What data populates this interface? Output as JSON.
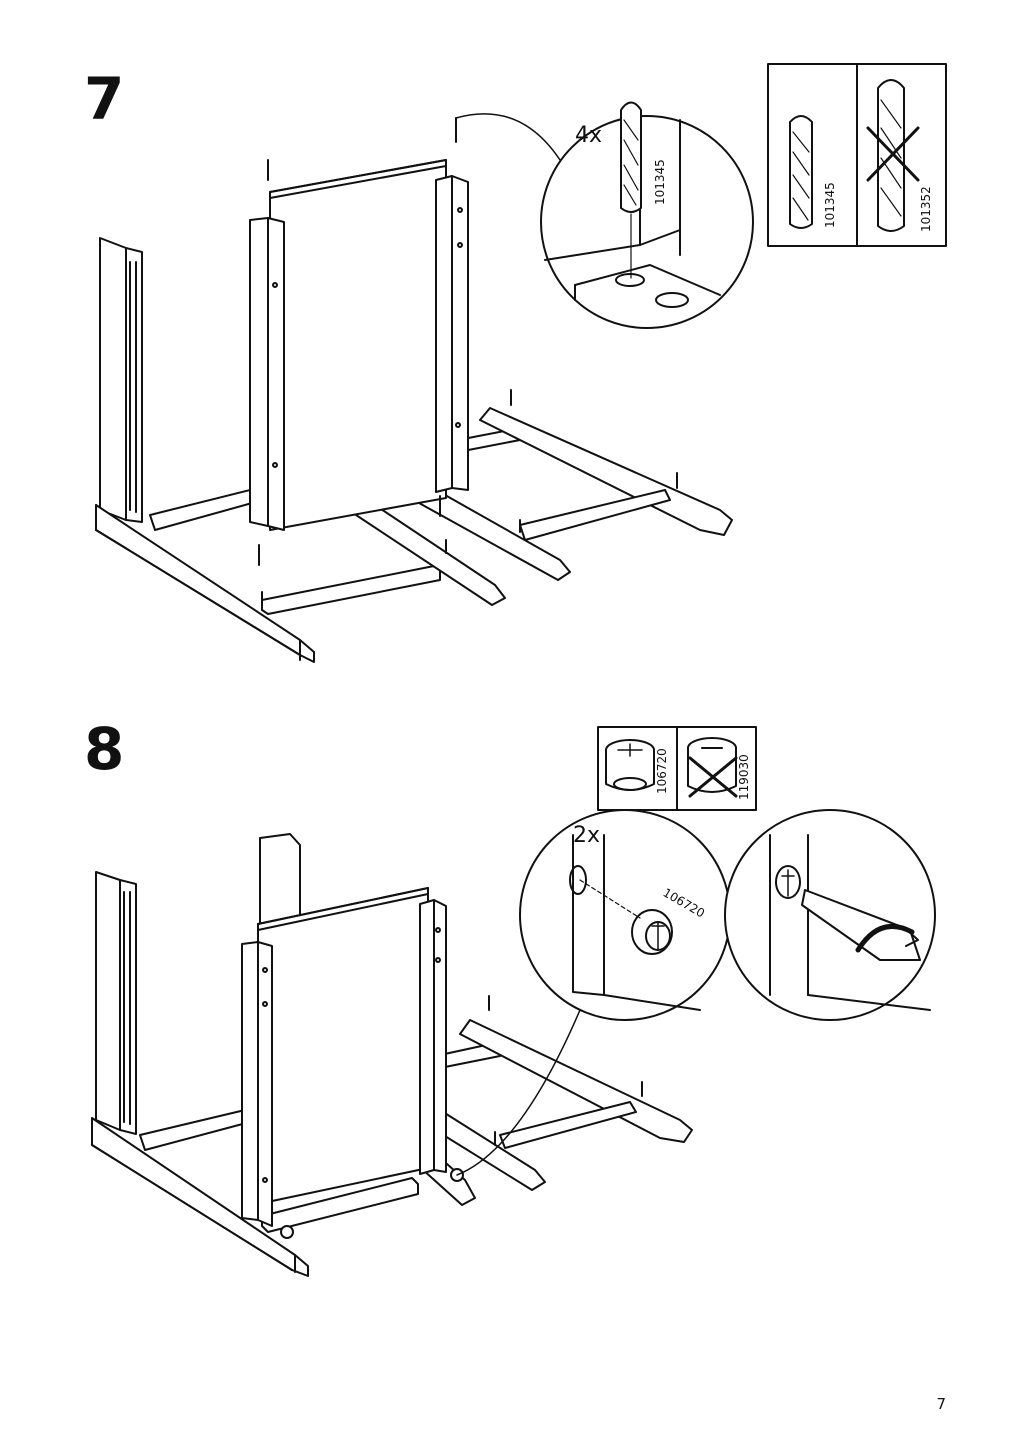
{
  "page": {
    "number": "7"
  },
  "step7": {
    "number": "7",
    "quantity": "4x",
    "dowel_part_number": "101345",
    "parts_box": {
      "correct_part": "101345",
      "wrong_part": "101352"
    }
  },
  "step8": {
    "number": "8",
    "quantity": "2x",
    "cam_part_number": "106720",
    "parts_box": {
      "correct_part": "106720",
      "wrong_part": "119030"
    }
  },
  "colors": {
    "line": "#111111",
    "background": "#ffffff"
  }
}
